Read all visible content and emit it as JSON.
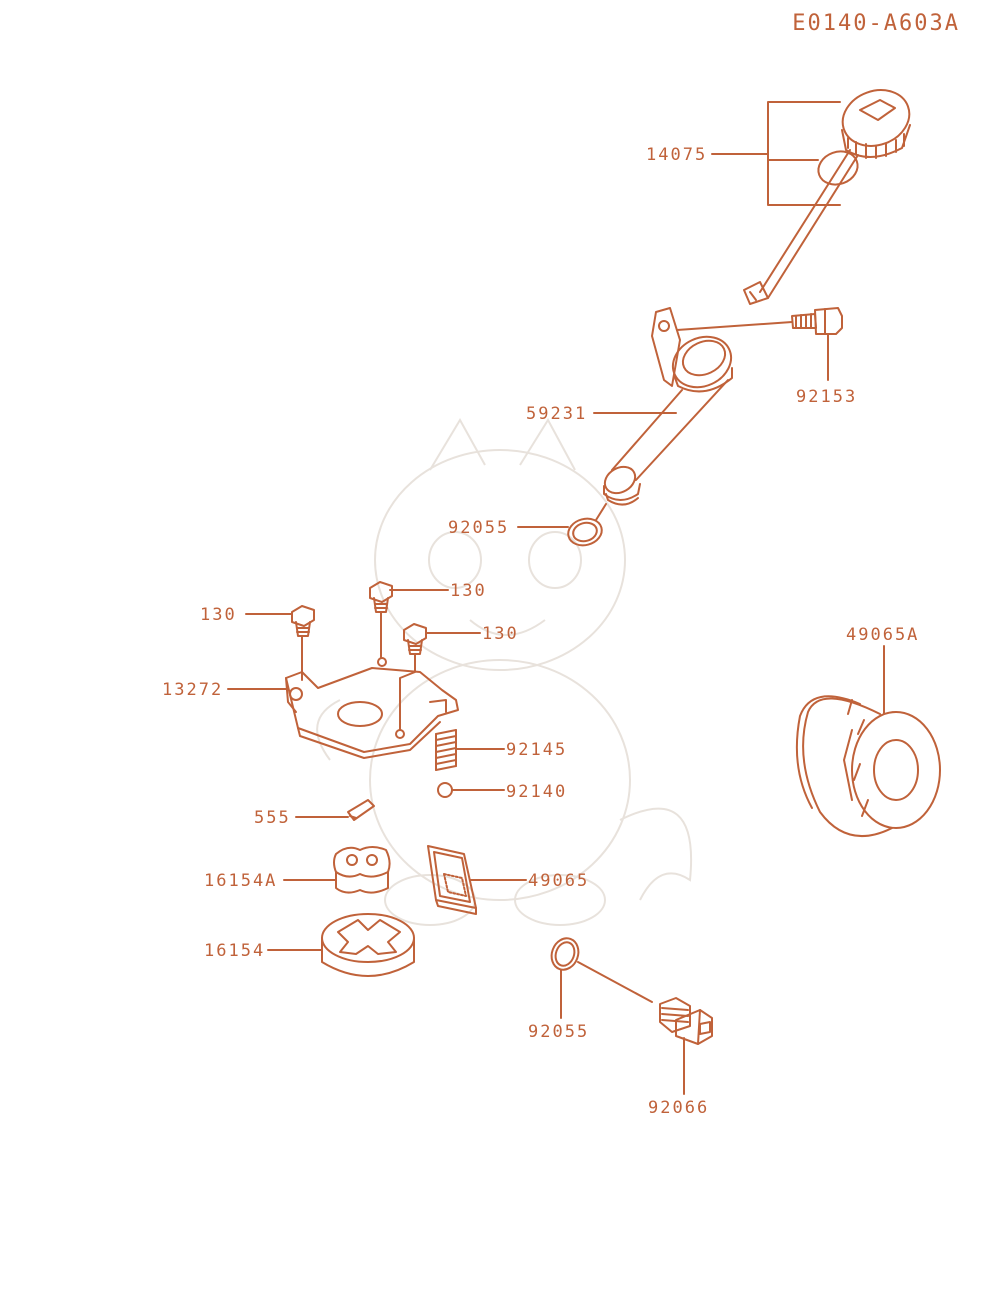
{
  "diagram_code": "E0140-A603A",
  "line_color": "#c0623a",
  "watermark_color": "#e8e2dc",
  "labels": {
    "oil_gauge": "14075",
    "bolt_flanged": "92153",
    "oil_filler_pipe": "59231",
    "oring_upper": "92055",
    "bolt_a": "130",
    "bolt_b": "130",
    "bolt_c": "130",
    "pump_cover": "13272",
    "spring": "92145",
    "steel_ball": "92140",
    "pin": "555",
    "inner_rotor": "16154A",
    "outer_rotor": "16154",
    "oil_filter_screen": "49065",
    "oil_filter": "49065A",
    "oring_lower": "92055",
    "drain_plug": "92066"
  },
  "icons": {
    "oil_gauge": "dipstick-icon",
    "bolt": "bolt-icon",
    "pipe": "filler-pipe-icon",
    "oring": "o-ring-icon",
    "cover": "pump-cover-icon",
    "spring": "spring-icon",
    "ball": "steel-ball-icon",
    "pin": "pin-icon",
    "rotor": "rotor-icon",
    "screen": "filter-screen-icon",
    "filter": "oil-filter-icon",
    "plug": "drain-plug-icon"
  }
}
